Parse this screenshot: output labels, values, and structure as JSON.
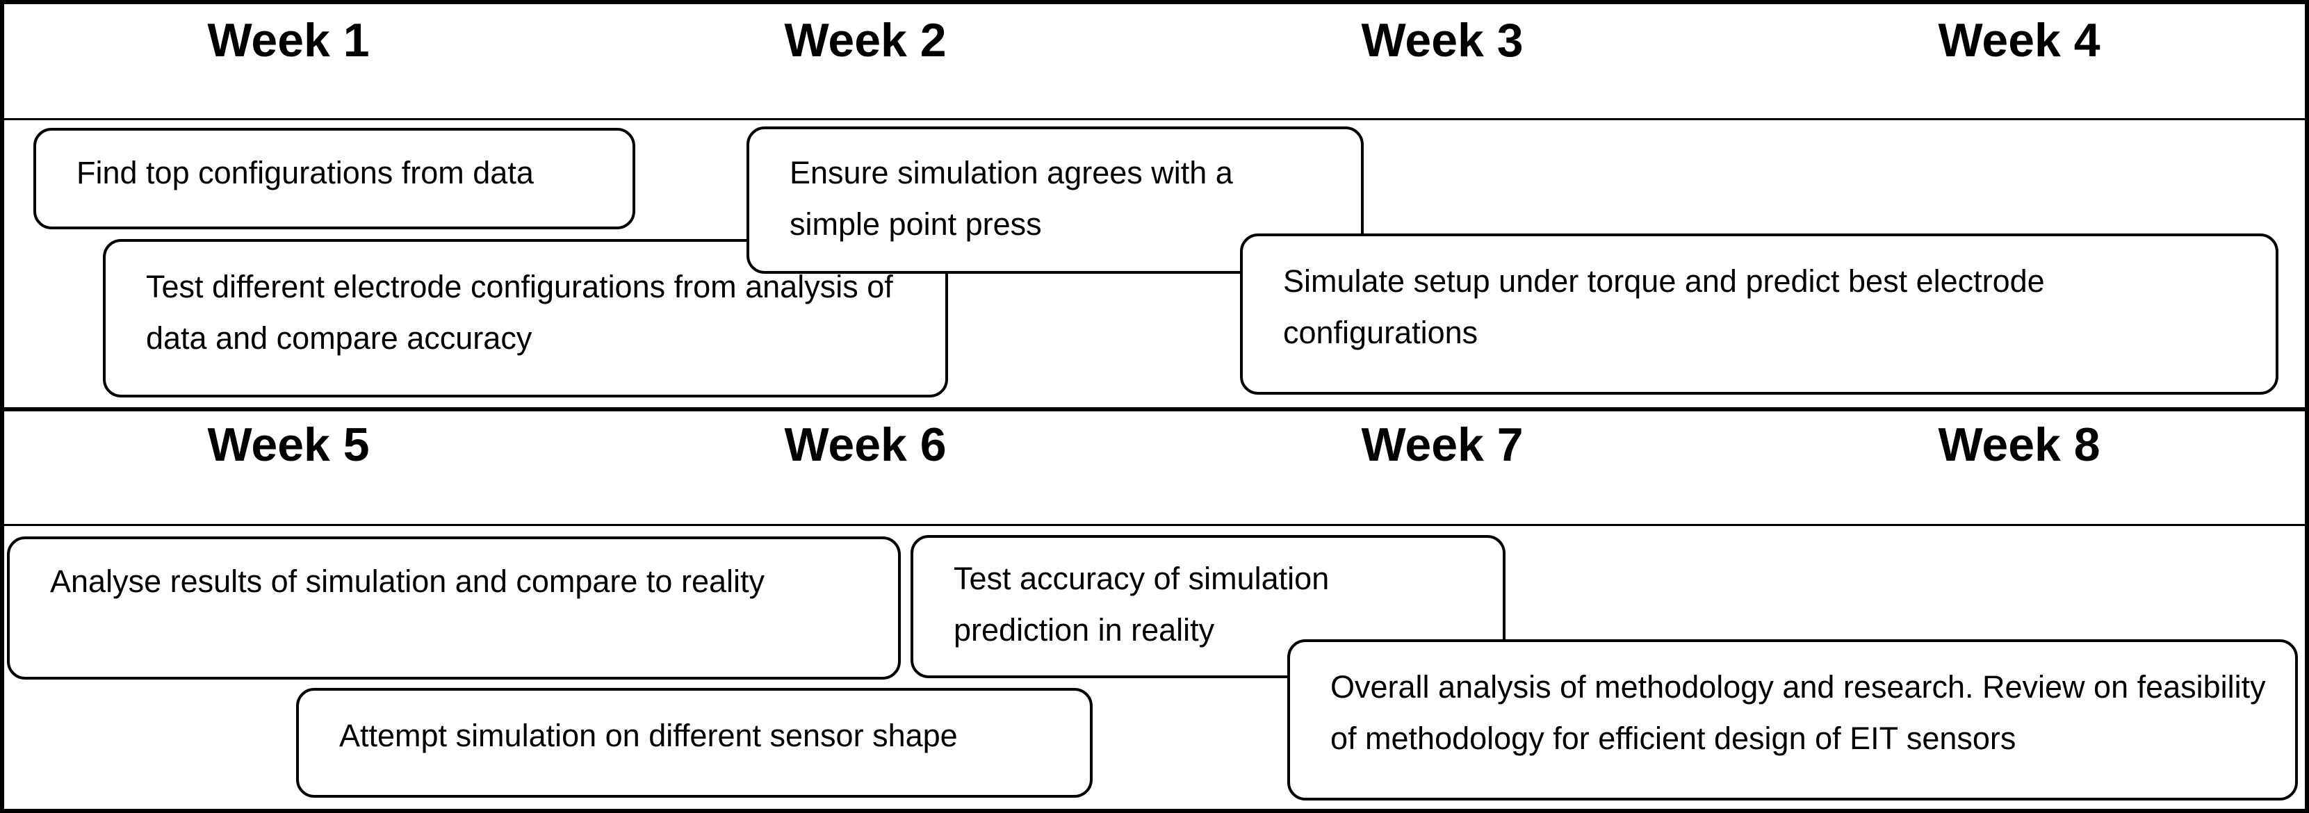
{
  "weeks": [
    "Week 1",
    "Week 2",
    "Week 3",
    "Week 4",
    "Week 5",
    "Week 6",
    "Week 7",
    "Week 8"
  ],
  "tasks": [
    "Find top configurations from data",
    "Test different electrode configurations from analysis of data and compare accuracy",
    "Ensure simulation agrees with a simple point press",
    "Simulate setup under torque and predict best electrode configurations",
    "Analyse results of simulation and compare to reality",
    "Attempt simulation on different sensor shape",
    "Test accuracy of simulation prediction in reality",
    "Overall analysis of methodology and research. Review on feasibility of methodology for efficient design of EIT sensors"
  ]
}
